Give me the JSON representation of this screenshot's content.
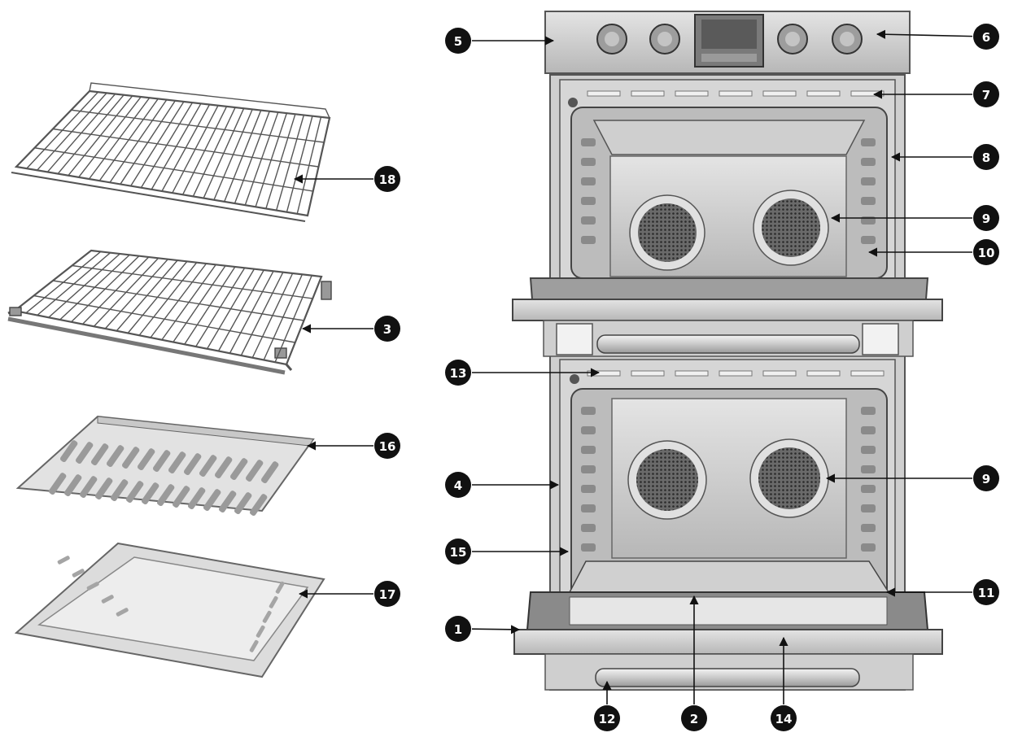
{
  "callouts": [
    {
      "id": "1",
      "label": "1"
    },
    {
      "id": "2",
      "label": "2"
    },
    {
      "id": "3",
      "label": "3"
    },
    {
      "id": "4",
      "label": "4"
    },
    {
      "id": "5",
      "label": "5"
    },
    {
      "id": "6",
      "label": "6"
    },
    {
      "id": "7",
      "label": "7"
    },
    {
      "id": "8",
      "label": "8"
    },
    {
      "id": "9a",
      "label": "9"
    },
    {
      "id": "9b",
      "label": "9"
    },
    {
      "id": "10",
      "label": "10"
    },
    {
      "id": "11",
      "label": "11"
    },
    {
      "id": "12",
      "label": "12"
    },
    {
      "id": "13",
      "label": "13"
    },
    {
      "id": "14",
      "label": "14"
    },
    {
      "id": "15",
      "label": "15"
    },
    {
      "id": "16",
      "label": "16"
    },
    {
      "id": "17",
      "label": "17"
    },
    {
      "id": "18",
      "label": "18"
    }
  ],
  "colors": {
    "steel_light": "#d9d9d9",
    "steel_mid": "#bdbdbd",
    "steel_dark": "#8c8c8c",
    "cavity": "#e6e6e6",
    "outline": "#333333",
    "marker": "#111111"
  }
}
